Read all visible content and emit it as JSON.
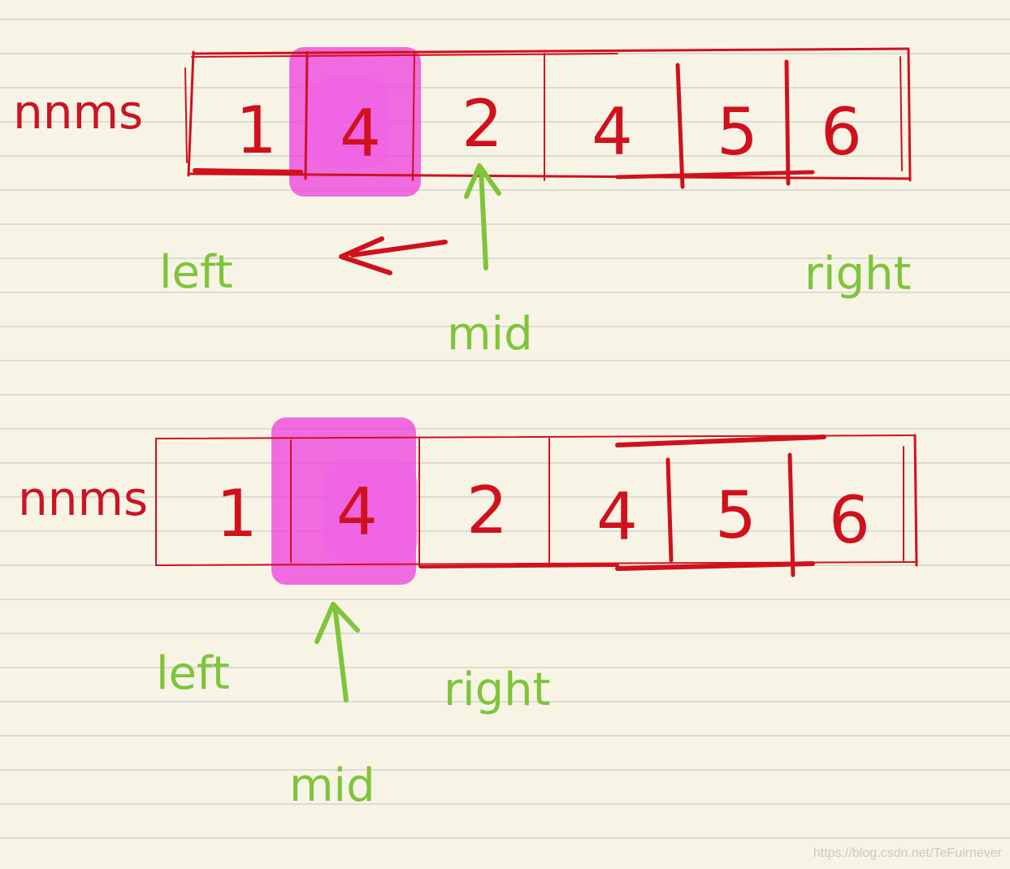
{
  "diagrams": [
    {
      "array_label": "nnms",
      "values": [
        "1",
        "4",
        "2",
        "4",
        "5",
        "6"
      ],
      "highlighted_index": 1,
      "pointers": {
        "left": "left",
        "mid": "mid",
        "right": "right"
      },
      "mid_index": 2,
      "shows_move_arrow": true
    },
    {
      "array_label": "nnms",
      "values": [
        "1",
        "4",
        "2",
        "4",
        "5",
        "6"
      ],
      "highlighted_index": 1,
      "pointers": {
        "left": "left",
        "mid": "mid",
        "right": "right"
      },
      "mid_index": 1,
      "shows_move_arrow": false
    }
  ],
  "colors": {
    "paper": "#f7f4e6",
    "rule_line": "#dcdcd2",
    "ink_red": "#d0111d",
    "highlight": "#ee44dd",
    "ink_green": "#7fc43a"
  },
  "watermark": "https://blog.csdn.net/TeFuirnever"
}
